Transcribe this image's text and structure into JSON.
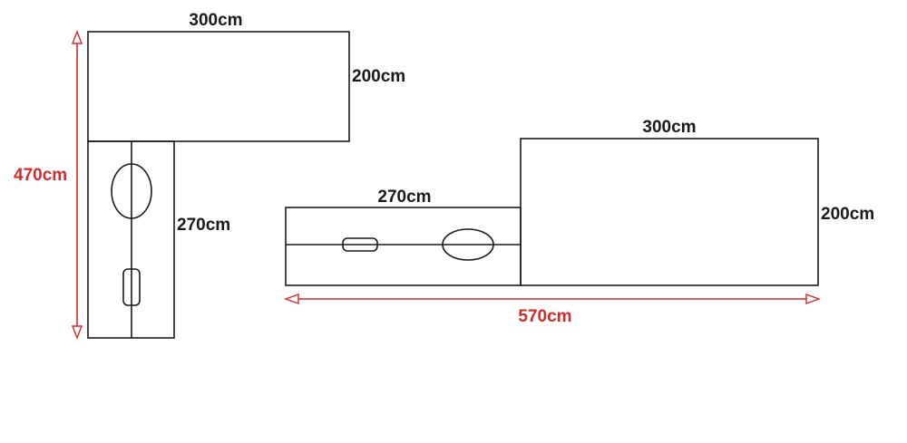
{
  "colors": {
    "outline": "#1a1a1a",
    "dimension": "#d42a2a",
    "text": "#1a1a1a",
    "background": "#ffffff"
  },
  "left_config": {
    "top_block_width": "300cm",
    "top_block_depth": "200cm",
    "vertical_piece_length": "270cm",
    "total_height": "470cm"
  },
  "right_config": {
    "horizontal_piece_length": "270cm",
    "block_width": "300cm",
    "block_depth": "200cm",
    "total_width": "570cm"
  }
}
